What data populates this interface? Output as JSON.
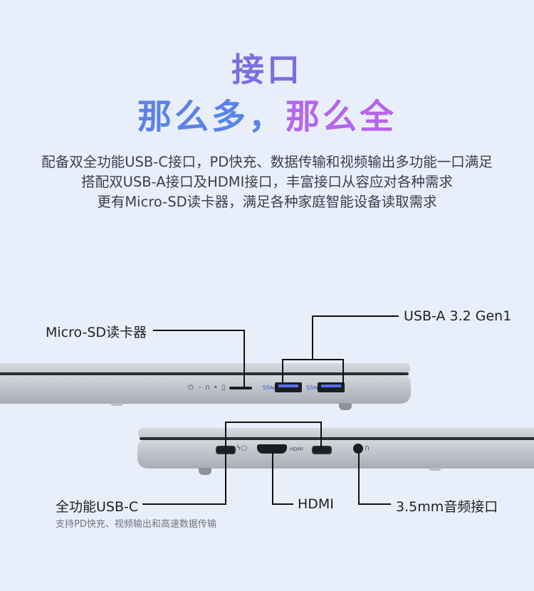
{
  "header": {
    "title_line1": "接口",
    "title_line2_part1": "那么多，",
    "title_line2_part2": "那么全"
  },
  "description": [
    "配备双全功能USB-C接口，PD快充、数据传输和视频输出多功能一口满足",
    "搭配双USB-A接口及HDMI接口，丰富接口从容应对各种需求",
    "更有Micro-SD读卡器，满足各种家庭智能设备读取需求"
  ],
  "labels": {
    "micro_sd": "Micro-SD读卡器",
    "usb_a": "USB-A 3.2 Gen1",
    "usb_c": "全功能USB-C",
    "usb_c_sub": "支持PD快充、视频输出和高速数据传输",
    "hdmi": "HDMI",
    "audio": "3.5mm音频接口"
  },
  "port_marks": {
    "hdmi_tag": "HDMI"
  },
  "colors": {
    "background": "#e8effb",
    "title_blue": "#5a82ea",
    "title_purple": "#b565ee",
    "usb_accent": "#5a6ef0"
  }
}
